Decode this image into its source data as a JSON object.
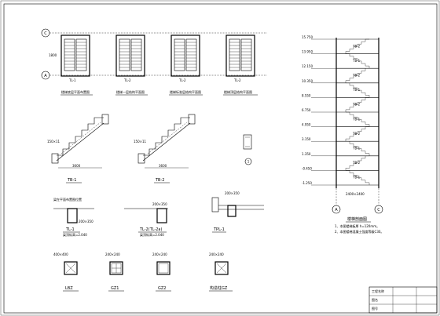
{
  "plans": {
    "axis_top": "C",
    "axis_bottom": "A",
    "dim_vertical": "1800",
    "items": [
      {
        "tag": "TL-1",
        "caption": "楼梯底层平面布置图"
      },
      {
        "tag": "TL-2",
        "caption": "楼梯一层结构平面图"
      },
      {
        "tag": "TL-2",
        "caption": "楼梯标准层结构平面图"
      },
      {
        "tag": "TL-2",
        "caption": "楼梯顶层结构平面图"
      }
    ]
  },
  "flights": [
    {
      "id": "TB-1",
      "span": "3600",
      "rise": "150×11"
    },
    {
      "id": "TB-2",
      "span": "3600",
      "rise": "150×11"
    }
  ],
  "beams": [
    {
      "id": "TL-1",
      "note": "梁顶标高=2.040"
    },
    {
      "id": "TL-2(TL-2a)",
      "note": "梁顶标高=2.040"
    },
    {
      "id": "TPL-1",
      "note": ""
    }
  ],
  "beam_head": "梁在平面布置图位置",
  "beam_size": "200×350",
  "columns": [
    {
      "id": "LBZ",
      "size": "400×400"
    },
    {
      "id": "GZ1",
      "size": "240×240"
    },
    {
      "id": "GZ2",
      "size": "240×240"
    },
    {
      "id": "构造柱GZ",
      "size": "240×240"
    }
  ],
  "section": {
    "title": "楼梯剖面图",
    "axis_left": "A",
    "axis_right": "C",
    "notes": [
      "1、本图楼梯板厚 h=120mm。",
      "2、本图楼梯混凝土强度等级C30。"
    ],
    "levels": [
      "15.750",
      "13.950",
      "12.150",
      "10.350",
      "8.550",
      "6.750",
      "4.950",
      "3.150",
      "1.350",
      "-0.450",
      "-1.250"
    ],
    "flight_labels": [
      "TB-2",
      "TB-1",
      "TB-2",
      "TB-1",
      "TB-2",
      "TB-1",
      "TB-2",
      "TB-1",
      "TB-2",
      "TB-1"
    ],
    "bottom_dims": "2400×2400"
  },
  "detail_circle": "1",
  "title_block": [
    "工程名称",
    "图名",
    "图号"
  ]
}
